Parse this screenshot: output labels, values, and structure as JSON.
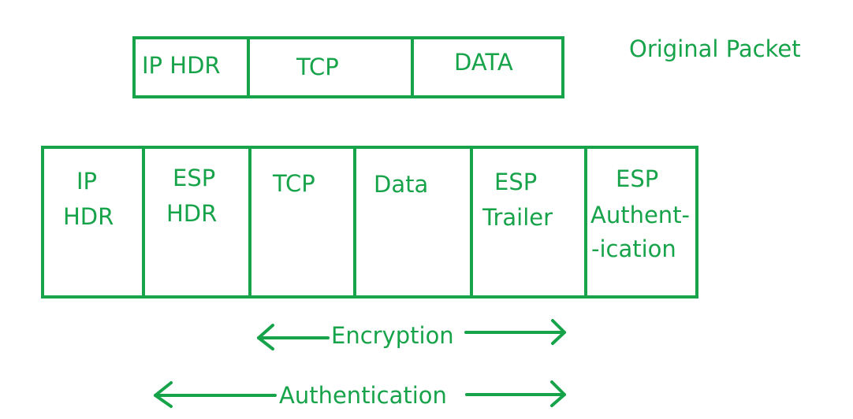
{
  "original_packet": {
    "title": "Original Packet",
    "fields": [
      "IP HDR",
      "TCP",
      "DATA"
    ]
  },
  "esp_packet": {
    "fields": [
      [
        "IP",
        "HDR"
      ],
      [
        "ESP",
        "HDR"
      ],
      [
        "TCP"
      ],
      [
        "Data"
      ],
      [
        "ESP",
        "Trailer"
      ],
      [
        "ESP",
        "Authent-",
        "-ication"
      ]
    ]
  },
  "ranges": {
    "encryption": "Encryption",
    "authentication": "Authentication"
  },
  "colors": {
    "accent": "#17a34a",
    "background": "#ffffff"
  }
}
